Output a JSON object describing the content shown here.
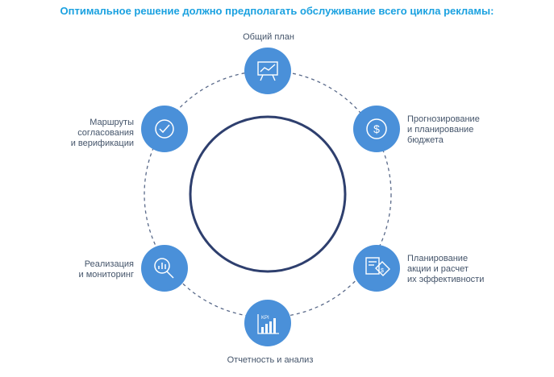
{
  "title": "Оптимальное решение должно предполагать обслуживание всего цикла рекламы:",
  "colors": {
    "title": "#1aa1e0",
    "node_fill": "#4a90d9",
    "center_ring": "#2e3f6e",
    "dashed_ring": "#5a6a8a",
    "label_text": "#44546a"
  },
  "nodes": [
    {
      "id": "general-plan",
      "icon": "presentation-chart-icon",
      "lines": [
        "Общий план"
      ]
    },
    {
      "id": "budget-forecast",
      "icon": "dollar-coin-icon",
      "lines": [
        "Прогнозирование",
        "и планирование",
        "бюджета"
      ]
    },
    {
      "id": "promo-planning",
      "icon": "price-tag-document-icon",
      "lines": [
        "Планирование",
        "акции и расчет",
        "их эффективности"
      ]
    },
    {
      "id": "reporting",
      "icon": "kpi-bar-chart-icon",
      "lines": [
        "Отчетность и анализ"
      ]
    },
    {
      "id": "monitoring",
      "icon": "magnifier-chart-icon",
      "lines": [
        "Реализация",
        "и мониторинг"
      ]
    },
    {
      "id": "approval",
      "icon": "check-circle-icon",
      "lines": [
        "Маршруты",
        "согласования",
        "и верификации"
      ]
    }
  ],
  "kpi_text": "KPI"
}
